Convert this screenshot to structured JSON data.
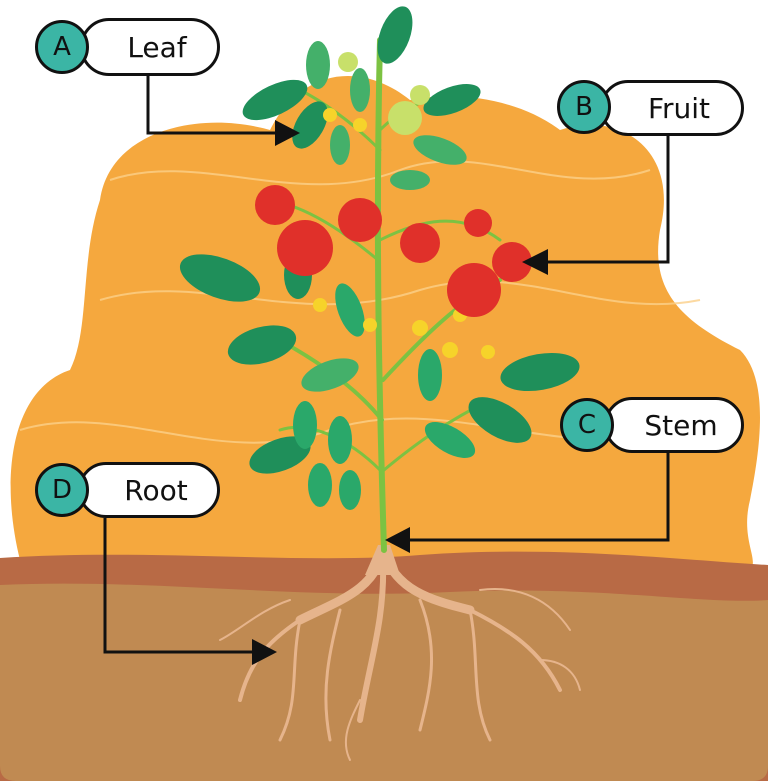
{
  "labels": [
    {
      "letter": "A",
      "text": "Leaf"
    },
    {
      "letter": "B",
      "text": "Fruit"
    },
    {
      "letter": "C",
      "text": "Stem"
    },
    {
      "letter": "D",
      "text": "Root"
    }
  ],
  "colors": {
    "badge": "#3bb5a5",
    "background_blob": "#f5a83e",
    "soil_top": "#b86a45",
    "soil": "#c08a52",
    "stem": "#7cc242",
    "leaf": "#1f8f5a",
    "tomato": "#e0302a",
    "root": "#e6b48c"
  }
}
